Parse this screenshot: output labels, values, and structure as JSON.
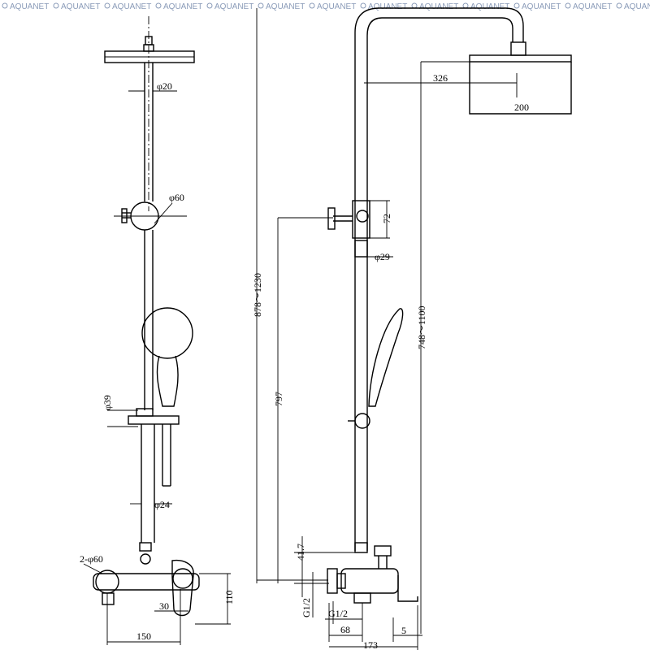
{
  "watermark": {
    "brand": "AQUANET",
    "color": "#8a9bb8"
  },
  "front_view": {
    "dims": {
      "pipe_dia": "φ20",
      "holder_dia": "φ60",
      "slider_dia": "φ39",
      "lower_pipe_dia": "φ24",
      "flanges": "2-φ60",
      "height_110": "110",
      "offset_30": "30",
      "width_150": "150"
    }
  },
  "side_view": {
    "dims": {
      "arm_length": "326",
      "head_size": "200",
      "total_height": "878～1230",
      "holder_height": "72",
      "bar_dia": "φ29",
      "mid_height": "797",
      "slide_range": "748～1100",
      "h_41_7": "41.7",
      "g_vertical": "G1/2",
      "g_horizontal": "G1/2",
      "d_68": "68",
      "d_5": "5",
      "d_173": "173"
    }
  }
}
